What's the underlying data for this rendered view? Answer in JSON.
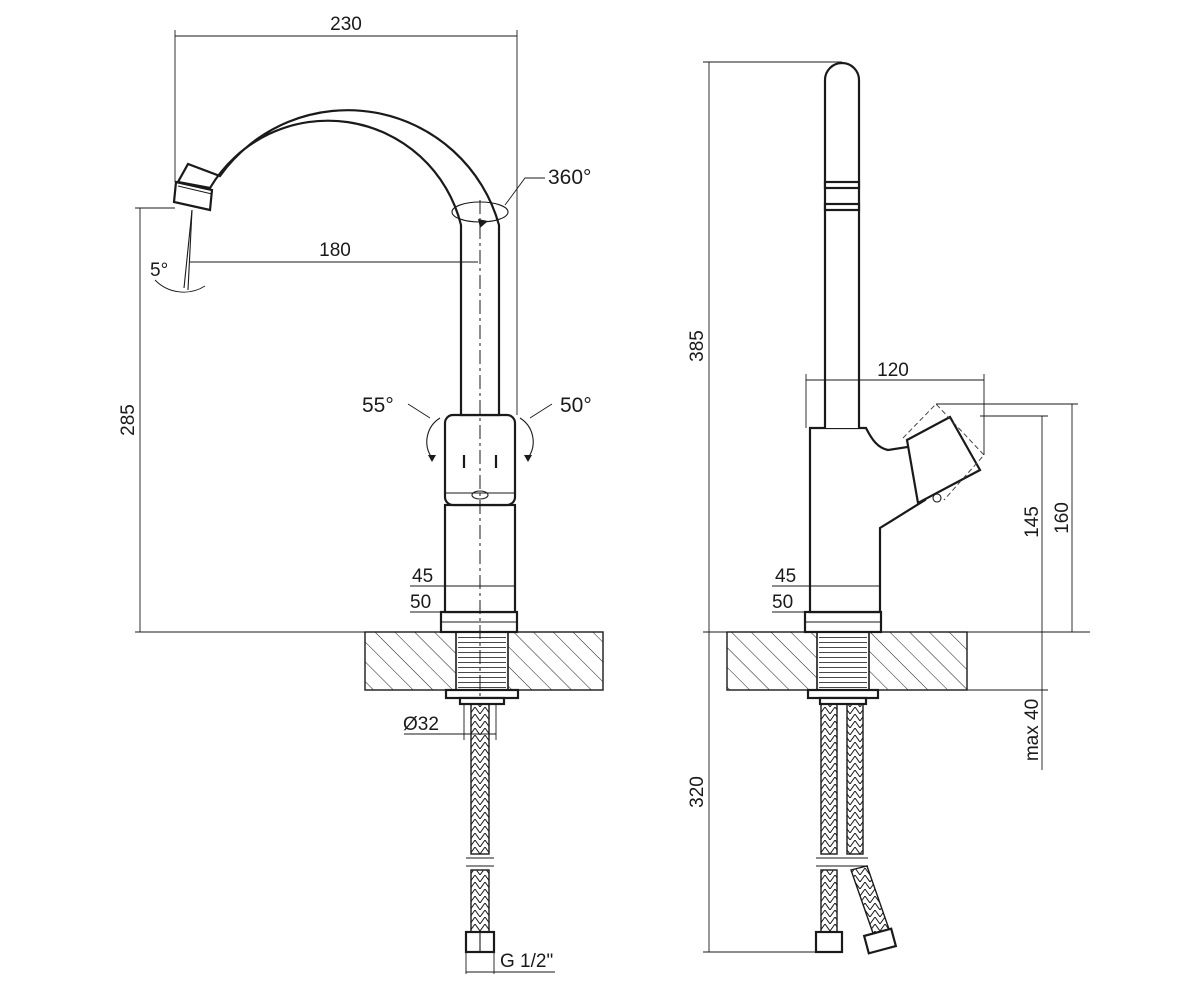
{
  "front_view": {
    "dim_width_total": "230",
    "dim_reach": "180",
    "dim_height": "285",
    "dim_swivel": "360°",
    "dim_outflow_angle": "5°",
    "dim_rot_left": "55°",
    "dim_rot_right": "50°",
    "dim_body_45": "45",
    "dim_body_50": "50",
    "dim_shank_dia": "Ø32",
    "dim_connection": "G 1/2\""
  },
  "side_view": {
    "dim_total_height": "385",
    "dim_lever_length": "120",
    "dim_145": "145",
    "dim_160": "160",
    "dim_body_45": "45",
    "dim_body_50": "50",
    "dim_max_deck": "max 40",
    "dim_hose_length": "320"
  }
}
